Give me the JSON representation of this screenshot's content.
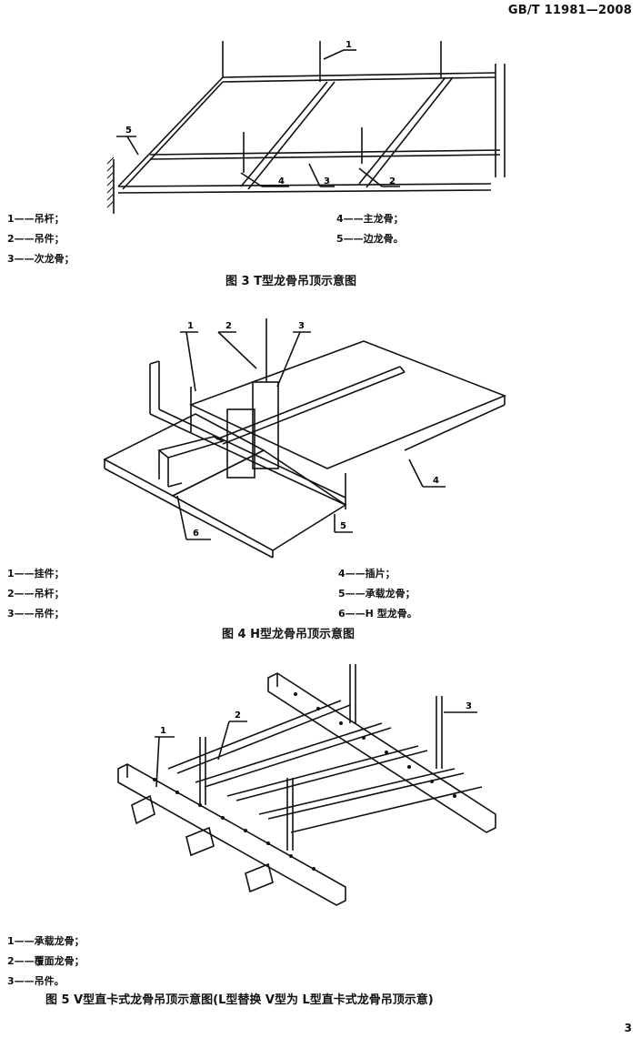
{
  "header": {
    "standard": "GB/T 11981—2008"
  },
  "page_number": "3",
  "fig3": {
    "callouts": [
      "1",
      "2",
      "3",
      "4",
      "5"
    ],
    "legend_left": [
      "1——吊杆；",
      "2——吊件；",
      "3——次龙骨；"
    ],
    "legend_right": [
      "4——主龙骨；",
      "5——边龙骨。"
    ],
    "caption": "图 3   T型龙骨吊顶示意图"
  },
  "fig4": {
    "callouts": [
      "1",
      "2",
      "3",
      "4",
      "5",
      "6"
    ],
    "legend_left": [
      "1——挂件；",
      "2——吊杆；",
      "3——吊件；"
    ],
    "legend_right": [
      "4——插片；",
      "5——承载龙骨；",
      "6——H 型龙骨。"
    ],
    "caption": "图 4   H型龙骨吊顶示意图"
  },
  "fig5": {
    "callouts": [
      "1",
      "2",
      "3"
    ],
    "legend_left": [
      "1——承载龙骨；",
      "2——覆面龙骨；",
      "3——吊件。"
    ],
    "caption": "图 5   V型直卡式龙骨吊顶示意图(L型替换 V型为 L型直卡式龙骨吊顶示意)"
  }
}
